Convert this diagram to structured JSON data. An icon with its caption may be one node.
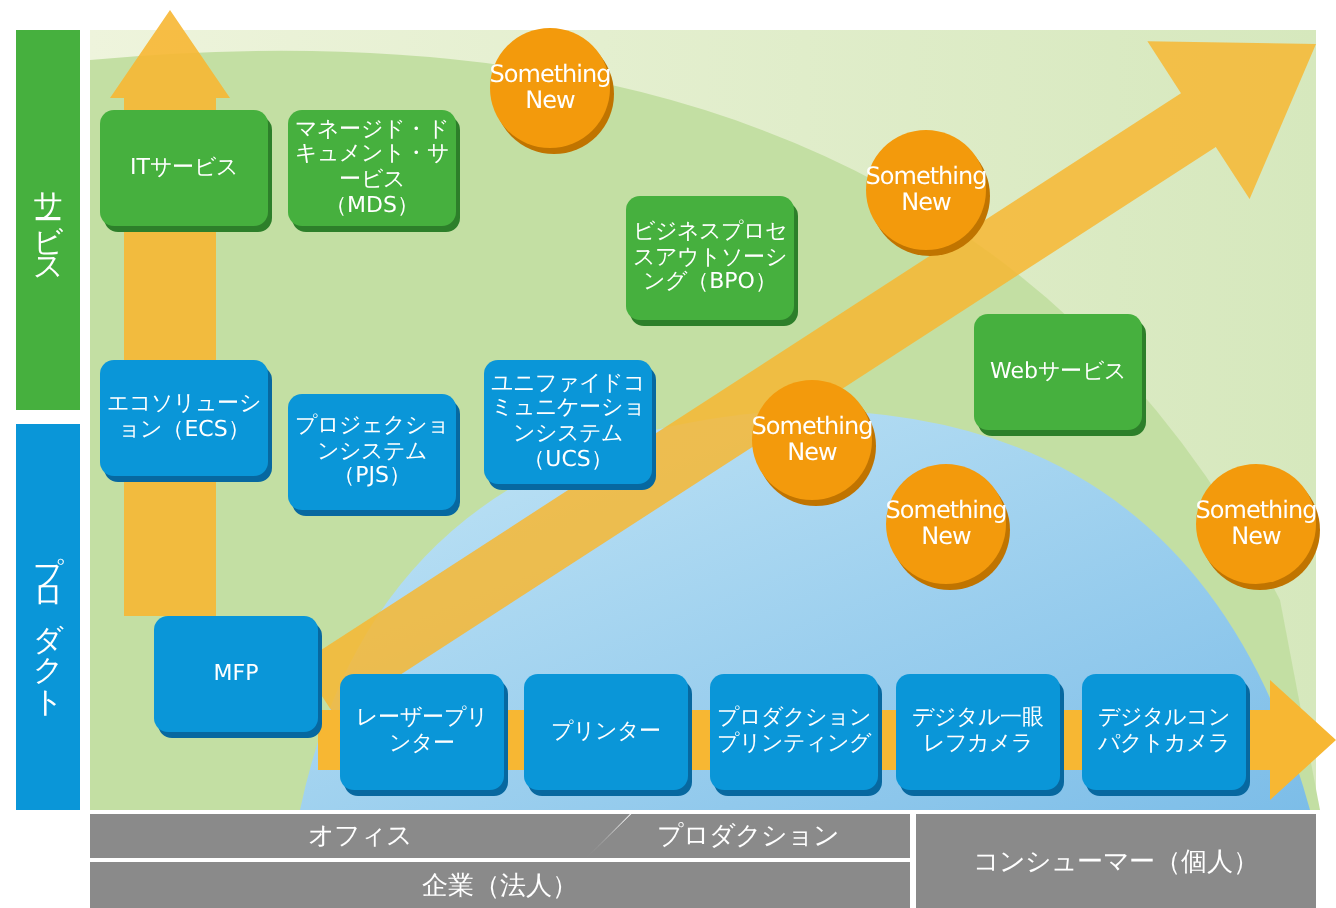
{
  "diagram": {
    "nodes": [
      {
        "text": [
          "サービス"
        ]
      },
      {
        "text": [
          "プロダクト"
        ]
      },
      {
        "text": [
          "ITサービス"
        ]
      },
      {
        "text": [
          "マネージド・ドキュメント・サービス（MDS）"
        ]
      },
      {
        "text": [
          "Something New"
        ]
      },
      {
        "text": [
          "Something New"
        ]
      },
      {
        "text": [
          "ビジネスプロセスアウトソーシング（BPO）"
        ]
      },
      {
        "text": [
          "Webサービス"
        ]
      },
      {
        "text": [
          "エコソリューション（ECS）"
        ]
      },
      {
        "text": [
          "プロジェクションシステム（PJS）"
        ]
      },
      {
        "text": [
          "ユニファイドコミュニケーションシステム（UCS）"
        ]
      },
      {
        "text": [
          "Something New"
        ]
      },
      {
        "text": [
          "Something New"
        ]
      },
      {
        "text": [
          "Something New"
        ]
      },
      {
        "text": [
          "MFP"
        ]
      },
      {
        "text": [
          "レーザープリンター"
        ]
      },
      {
        "text": [
          "プリンター"
        ]
      },
      {
        "text": [
          "プロダクションプリンティング"
        ]
      },
      {
        "text": [
          "デジタル一眼レフカメラ"
        ]
      },
      {
        "text": [
          "デジタルコンパクトカメラ"
        ]
      },
      {
        "text": [
          "オフィス"
        ]
      },
      {
        "text": [
          "プロダクション"
        ]
      },
      {
        "text": [
          "企業（法人）"
        ]
      },
      {
        "text": [
          "コンシューマー（個人）"
        ]
      }
    ],
    "edges": [
      {
        "from": 14,
        "to": null,
        "arrow": "to"
      },
      {
        "from": 14,
        "to": null,
        "arrow": "to"
      },
      {
        "from": 14,
        "to": null,
        "arrow": "to"
      }
    ]
  }
}
